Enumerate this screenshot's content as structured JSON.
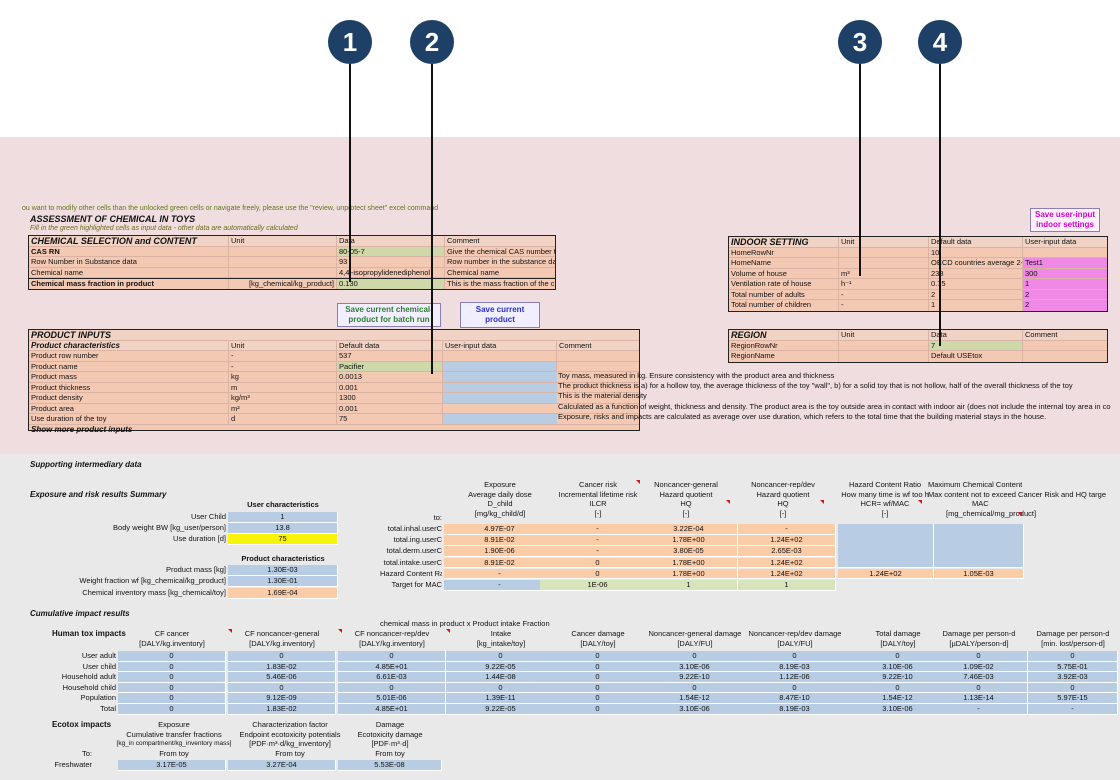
{
  "callouts": [
    "1",
    "2",
    "3",
    "4"
  ],
  "top": {
    "warning": "ou want to modify other cells than the unlocked green cells or navigate freely, please use the \"review, unprotect sheet\" excel command",
    "title": "ASSESSMENT OF CHEMICAL IN TOYS",
    "subtitle": "Fill in the green highlighted cells as input data - other data are automatically calculated"
  },
  "chem": {
    "header": [
      "CHEMICAL SELECTION and CONTENT",
      "Unit",
      "Data",
      "Comment"
    ],
    "rows": [
      {
        "label": "CAS RN",
        "unit": "",
        "data": "80-05-7",
        "comment": "Give the chemical CAS number t"
      },
      {
        "label": "Row Number in Substance data",
        "unit": "",
        "data": "93",
        "comment": "Row number in the substance da"
      },
      {
        "label": "Chemical name",
        "unit": "",
        "data": "4,4'-isopropylidenediphenol",
        "comment": "Chemical name"
      },
      {
        "label": "Chemical mass fraction in product",
        "unit": "[kg_chemical/kg_product]",
        "data": "0.130",
        "comment": "This is the mass fraction of the c"
      }
    ]
  },
  "buttons": {
    "save_batch": "Save current chemical-product for batch run",
    "save_product": "Save current product",
    "save_user": "Save user-input indoor settings"
  },
  "indoor": {
    "header": [
      "INDOOR SETTING",
      "Unit",
      "Default data",
      "User-input data"
    ],
    "rows": [
      {
        "label": "HomeRowNr",
        "unit": "",
        "def": "10",
        "user": ""
      },
      {
        "label": "HomeName",
        "unit": "",
        "def": "OECD countries average 2+",
        "user": "Test1"
      },
      {
        "label": "Volume of house",
        "unit": "m³",
        "def": "238",
        "user": "300"
      },
      {
        "label": "Ventilation rate of house",
        "unit": "h⁻¹",
        "def": "0.75",
        "user": "1"
      },
      {
        "label": "Total number of adults",
        "unit": "-",
        "def": "2",
        "user": "2"
      },
      {
        "label": "Total number of children",
        "unit": "-",
        "def": "1",
        "user": "2"
      }
    ]
  },
  "product": {
    "title": "PRODUCT INPUTS",
    "header": [
      "Product characteristics",
      "Unit",
      "Default data",
      "User-input data",
      "Comment"
    ],
    "rows": [
      {
        "label": "Product row number",
        "unit": "-",
        "def": "537",
        "comment": ""
      },
      {
        "label": "Product name",
        "unit": "-",
        "def": "Pacifier",
        "comment": ""
      },
      {
        "label": "Product mass",
        "unit": "kg",
        "def": "0.0013",
        "comment": "Toy mass, measured in kg. Ensure consistency with the product area and thickness"
      },
      {
        "label": "Product thickness",
        "unit": "m",
        "def": "0.001",
        "comment": "The product thickness is a) for a hollow toy, the average thickness of the toy \"wall\", b) for a solid toy that is not hollow, half of the overall thickness of the toy"
      },
      {
        "label": "Product density",
        "unit": "kg/m³",
        "def": "1300",
        "comment": "This is the material density"
      },
      {
        "label": "Product area",
        "unit": "m²",
        "def": "0.001",
        "comment": "Calculated as a function of weight, thickness and density. The product area is the toy outside area in contact with indoor air (does not include the internal toy area in co"
      },
      {
        "label": "Use duration of the toy",
        "unit": "d",
        "def": "75",
        "comment": "Exposure, risks and impacts are calculated as average over use duration, which refers to the total time that the building material stays in the house."
      }
    ],
    "more": "Show more product inputs"
  },
  "region": {
    "header": [
      "REGION",
      "Unit",
      "Data",
      "Comment"
    ],
    "rows": [
      {
        "label": "RegionRowNr",
        "unit": "",
        "data": "7",
        "comment": ""
      },
      {
        "label": "RegionName",
        "unit": "",
        "data": "Default USEtox",
        "comment": ""
      }
    ]
  },
  "sup": {
    "title": "Supporting intermediary data",
    "summary": "Exposure and risk results Summary",
    "user_char": "User characteristics",
    "user_rows": [
      {
        "label": "User Child",
        "val": "1"
      },
      {
        "label": "Body weight BW [kg_user/person]",
        "val": "13.8"
      },
      {
        "label": "Use duration [d]",
        "val": "75"
      }
    ],
    "prod_char": "Product characteristics",
    "prod_rows": [
      {
        "label": "Product mass [kg]",
        "val": "1.30E-03"
      },
      {
        "label": "Weight fraction wf [kg_chemical/kg_product]",
        "val": "1.30E-01"
      },
      {
        "label": "Chemical inventory mass [kg_chemical/toy]",
        "val": "1.69E-04"
      }
    ],
    "res_heads": [
      [
        "Exposure",
        "Average daily dose",
        "D_child",
        "[mg/kg_child/d]"
      ],
      [
        "Cancer risk",
        "Incremental lifetime risk",
        "ILCR",
        "[-]"
      ],
      [
        "Noncancer-general",
        "Hazard quotient",
        "HQ",
        "[-]"
      ],
      [
        "Noncancer-rep/dev",
        "Hazard quotient",
        "HQ",
        "[-]"
      ],
      [
        "Hazard Content Ratio",
        "How many time is wf too h",
        "HCR= wf/MAC",
        "[-]"
      ],
      [
        "Maximum Chemical Content",
        "Max content not to exceed Cancer Risk and HQ targe",
        "MAC",
        "[mg_chemical/mg_product]"
      ]
    ],
    "to": "to:",
    "res_rows": [
      {
        "label": "total.inhal.userC",
        "v": [
          "4.97E-07",
          "-",
          "3.22E-04",
          "-",
          "",
          ""
        ]
      },
      {
        "label": "total.ing.userC",
        "v": [
          "8.91E-02",
          "-",
          "1.78E+00",
          "1.24E+02",
          "",
          ""
        ]
      },
      {
        "label": "total.derm.userC",
        "v": [
          "1.90E-06",
          "-",
          "3.80E-05",
          "2.65E-03",
          "",
          ""
        ]
      },
      {
        "label": "total.intake.userC",
        "v": [
          "8.91E-02",
          "0",
          "1.78E+00",
          "1.24E+02",
          "",
          ""
        ]
      },
      {
        "label": "Hazard Content Ratio",
        "v": [
          "-",
          "0",
          "1.78E+00",
          "1.24E+02",
          "1.24E+02",
          "1.05E-03"
        ]
      },
      {
        "label": "Target for MAC",
        "v": [
          "-",
          "1E-06",
          "1",
          "1",
          "",
          ""
        ]
      }
    ]
  },
  "cum": {
    "title": "Cumulative impact results",
    "human": "Human tox impacts",
    "note": "chemical mass in product x Product intake Fraction",
    "heads": [
      [
        "CF cancer",
        "[DALY/kg.inventory]"
      ],
      [
        "CF noncancer-general",
        "[DALY/kg.inventory]"
      ],
      [
        "CF noncancer-rep/dev",
        "[DALY/kg.inventory]"
      ],
      [
        "Intake",
        "[kg_intake/toy]"
      ],
      [
        "Cancer damage",
        "[DALY/toy]"
      ],
      [
        "Noncancer-general damage",
        "[DALY/FU]"
      ],
      [
        "Noncancer-rep/dev damage",
        "[DALY/FU]"
      ],
      [
        "Total damage",
        "[DALY/toy]"
      ],
      [
        "Damage per person-d",
        "[µDALY/person-d]"
      ],
      [
        "Damage per person-d",
        "[min. lost/person-d]"
      ]
    ],
    "rows": [
      {
        "label": "User adult",
        "v": [
          "0",
          "0",
          "0",
          "0",
          "0",
          "0",
          "0",
          "0",
          "0",
          "0"
        ]
      },
      {
        "label": "User child",
        "v": [
          "0",
          "1.83E-02",
          "4.85E+01",
          "9.22E-05",
          "0",
          "3.10E-06",
          "8.19E-03",
          "3.10E-06",
          "1.09E-02",
          "5.75E-01"
        ]
      },
      {
        "label": "Household adult",
        "v": [
          "0",
          "5.46E-06",
          "6.61E-03",
          "1.44E-08",
          "0",
          "9.22E-10",
          "1.12E-06",
          "9.22E-10",
          "7.46E-03",
          "3.92E-03"
        ]
      },
      {
        "label": "Household child",
        "v": [
          "0",
          "0",
          "0",
          "0",
          "0",
          "0",
          "0",
          "0",
          "0",
          "0"
        ]
      },
      {
        "label": "Population",
        "v": [
          "0",
          "9.12E-09",
          "5.01E-06",
          "1.39E-11",
          "0",
          "1.54E-12",
          "8.47E-10",
          "1.54E-12",
          "1.13E-14",
          "5.97E-15"
        ]
      },
      {
        "label": "Total",
        "v": [
          "0",
          "1.83E-02",
          "4.85E+01",
          "9.22E-05",
          "0",
          "3.10E-06",
          "8.19E-03",
          "3.10E-06",
          "-",
          "-"
        ]
      }
    ],
    "eco": "Ecotox impacts",
    "eco_heads": [
      [
        "Exposure",
        "Cumulative transfer fractions",
        "[kg_in compartment/kg_inventory mass]"
      ],
      [
        "Characterization factor",
        "Endpoint ecotoxicity potentials",
        "[PDF·m³·d/kg_inventory]"
      ],
      [
        "Damage",
        "Ecotoxicity damage",
        "[PDF·m³·d]"
      ]
    ],
    "eco_to": "To:",
    "eco_from": [
      "From toy",
      "From toy",
      "From toy"
    ],
    "eco_row": {
      "label": "Freshwater",
      "v": [
        "3.17E-05",
        "3.27E-04",
        "5.53E-08"
      ]
    }
  }
}
